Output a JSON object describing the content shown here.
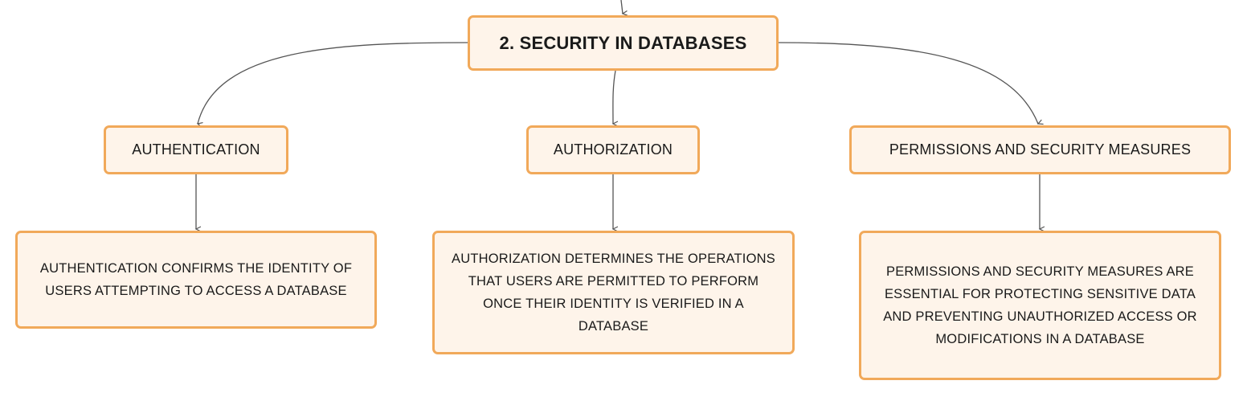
{
  "colors": {
    "node_fill": "#fef4ea",
    "node_border": "#f1a95a",
    "edge": "#555555",
    "text": "#1a1a1a"
  },
  "root": {
    "label": "2. SECURITY IN DATABASES"
  },
  "branches": [
    {
      "label": "AUTHENTICATION",
      "detail": "AUTHENTICATION CONFIRMS THE IDENTITY OF USERS ATTEMPTING TO ACCESS A DATABASE"
    },
    {
      "label": "AUTHORIZATION",
      "detail": "AUTHORIZATION DETERMINES THE OPERATIONS THAT USERS ARE PERMITTED TO PERFORM ONCE THEIR IDENTITY IS VERIFIED IN A DATABASE"
    },
    {
      "label": "PERMISSIONS AND SECURITY MEASURES",
      "detail": "PERMISSIONS AND SECURITY MEASURES ARE ESSENTIAL FOR PROTECTING SENSITIVE DATA AND PREVENTING UNAUTHORIZED ACCESS OR MODIFICATIONS IN A DATABASE"
    }
  ]
}
